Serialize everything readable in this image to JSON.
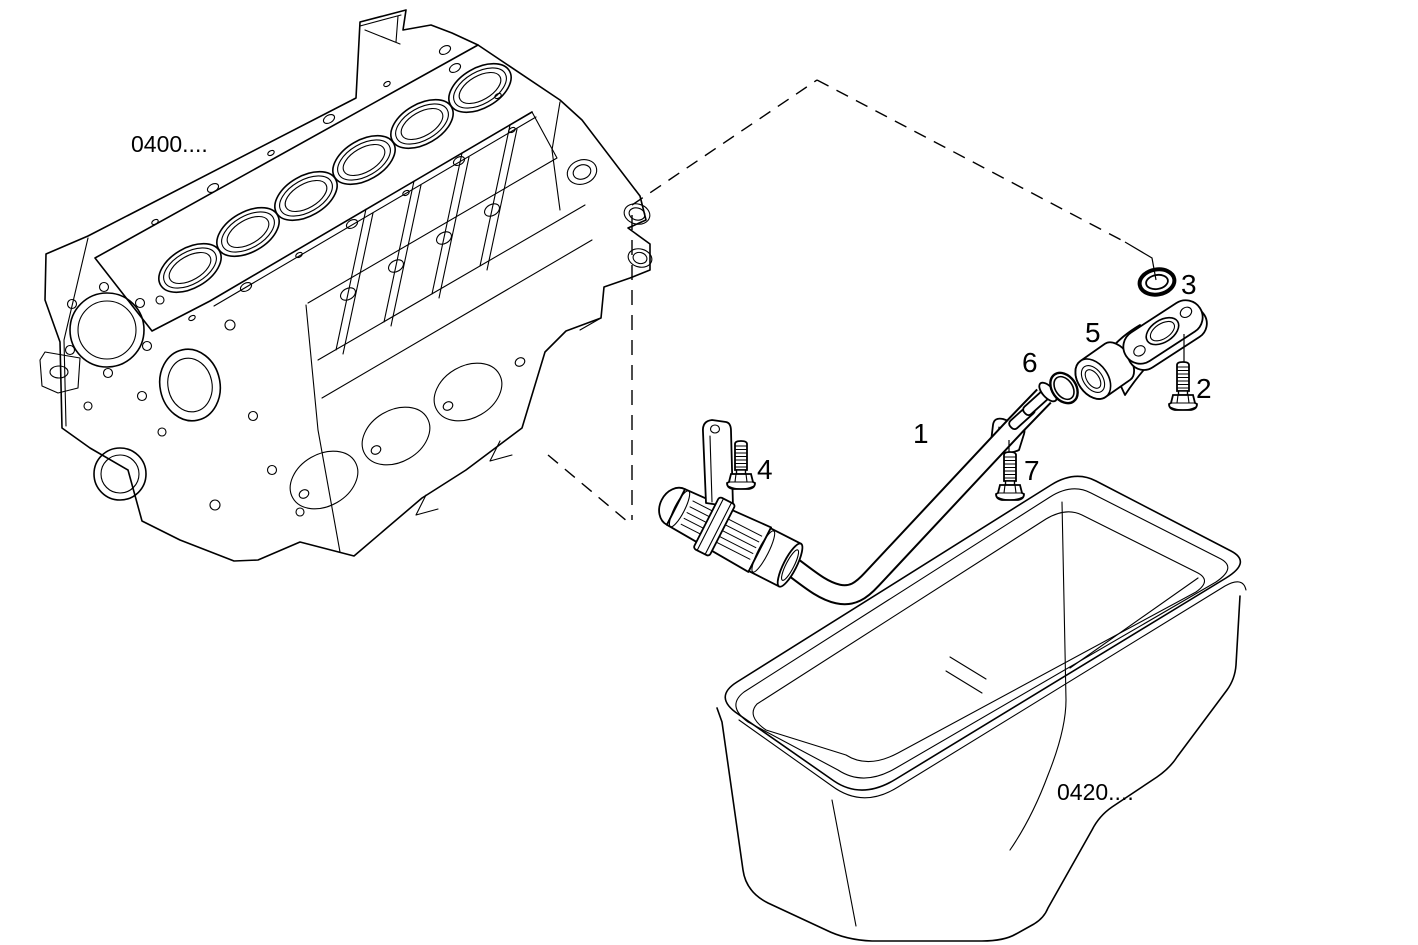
{
  "page": {
    "background": "#ffffff",
    "line_color": "#000000",
    "type": "exploded-parts-diagram",
    "subject": "engine oil suction pipe between cylinder block and oil sump"
  },
  "references": {
    "engine_block": "0400....",
    "oil_pan": "0420...."
  },
  "callouts": [
    {
      "label": "1"
    },
    {
      "label": "2"
    },
    {
      "label": "3"
    },
    {
      "label": "4"
    },
    {
      "label": "5"
    },
    {
      "label": "6"
    },
    {
      "label": "7"
    }
  ]
}
